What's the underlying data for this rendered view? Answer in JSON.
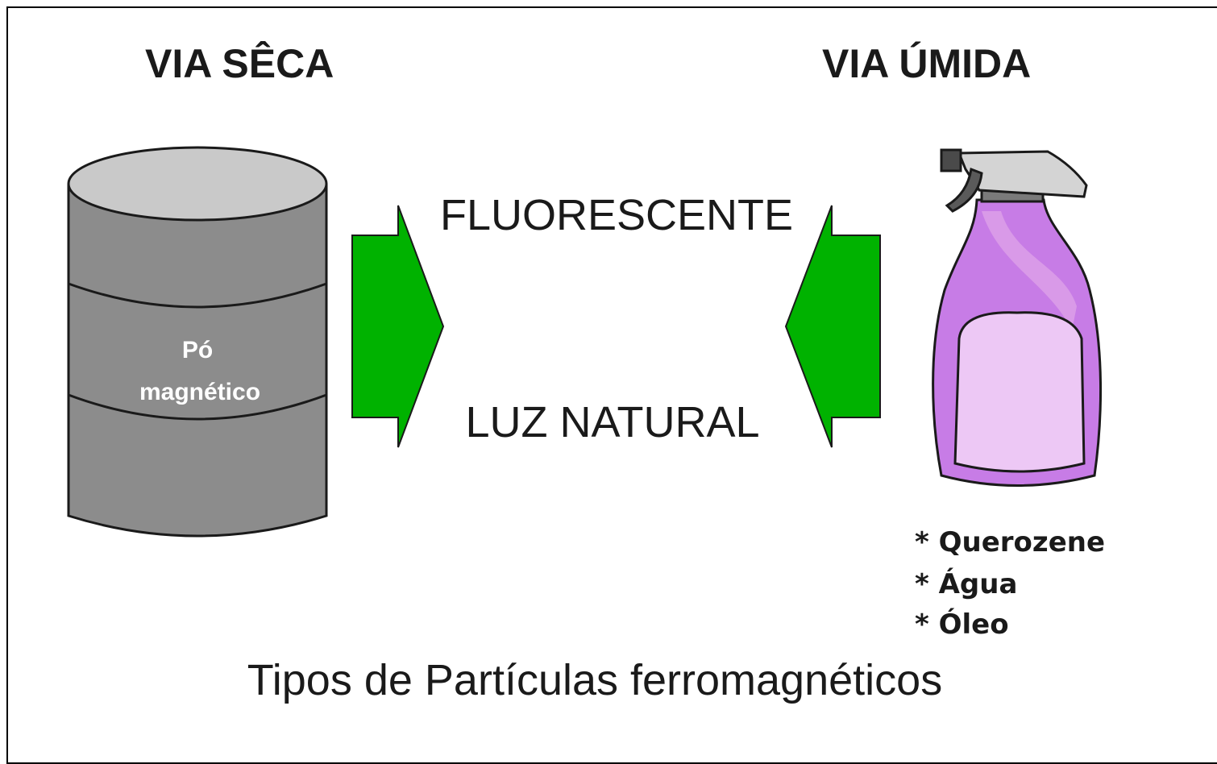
{
  "headings": {
    "dry": "VIA  SÊCA",
    "wet": "VIA  ÚMIDA"
  },
  "barrel": {
    "line1": "Pó",
    "line2": "magnético"
  },
  "methods": {
    "fluorescent": "FLUORESCENTE",
    "natural_light": "LUZ NATURAL"
  },
  "liquids": [
    "* Querozene",
    "* Água",
    "* Óleo"
  ],
  "caption": "Tipos de Partículas ferromagnéticos",
  "icons": {
    "barrel": "powder-barrel-icon",
    "spray": "spray-bottle-icon",
    "arrow_right": "arrow-right-icon",
    "arrow_left": "arrow-left-icon"
  },
  "colors": {
    "arrow_green": "#00b200",
    "barrel_gray": "#8c8c8c",
    "barrel_top": "#c9c9c9",
    "bottle_purple": "#c77ce6",
    "bottle_light": "#edc8f5",
    "nozzle_gray": "#d4d4d4"
  }
}
